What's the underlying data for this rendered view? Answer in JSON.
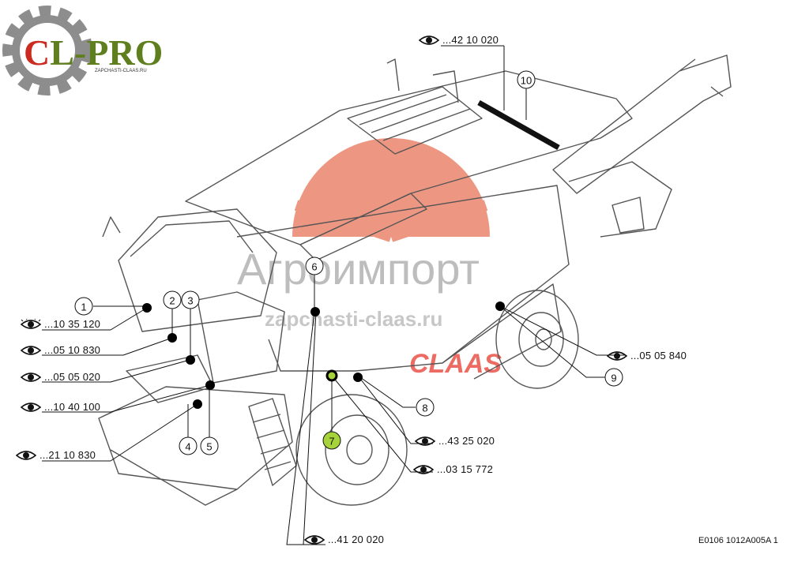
{
  "logo": {
    "text": "CL-PRO",
    "tagline": "ZAPCHASTI-CLAAS.RU",
    "colors": {
      "gear": "#8d8d8d",
      "c": "#cc2b1f",
      "l": "#5f7f1f",
      "pro": "#4f7a1e"
    }
  },
  "watermark": {
    "line1": "Агроимпорт",
    "line2": "zapchasti-claas.ru",
    "brand": "CLAAS",
    "colors": {
      "sun": "#e8755a",
      "text": "#a8a8a8",
      "brand": "#e63a2f"
    }
  },
  "callouts": [
    {
      "num": "1"
    },
    {
      "num": "2"
    },
    {
      "num": "3"
    },
    {
      "num": "4"
    },
    {
      "num": "5"
    },
    {
      "num": "6"
    },
    {
      "num": "7",
      "highlight": true
    },
    {
      "num": "8"
    },
    {
      "num": "9"
    },
    {
      "num": "10"
    }
  ],
  "references": [
    {
      "code": "...10 35 120",
      "target": "1"
    },
    {
      "code": "...05 10 830",
      "target": "2"
    },
    {
      "code": "...05 05 020",
      "target": "3"
    },
    {
      "code": "...10 40 100",
      "target": "5"
    },
    {
      "code": "...21 10 830",
      "target": "4"
    },
    {
      "code": "...42 10 020",
      "target": "10"
    },
    {
      "code": "...05 05 840",
      "target": "9"
    },
    {
      "code": "...43 25 020",
      "target": "8"
    },
    {
      "code": "...03 15 772",
      "target": "7"
    },
    {
      "code": "...41 20 020",
      "target": "6"
    }
  ],
  "footer_code": "E0106 1012A005A 1",
  "icons": {
    "reference": "eye-icon"
  },
  "colors": {
    "highlight": "#a6d23a",
    "line": "#111111",
    "machine": "#555555"
  }
}
